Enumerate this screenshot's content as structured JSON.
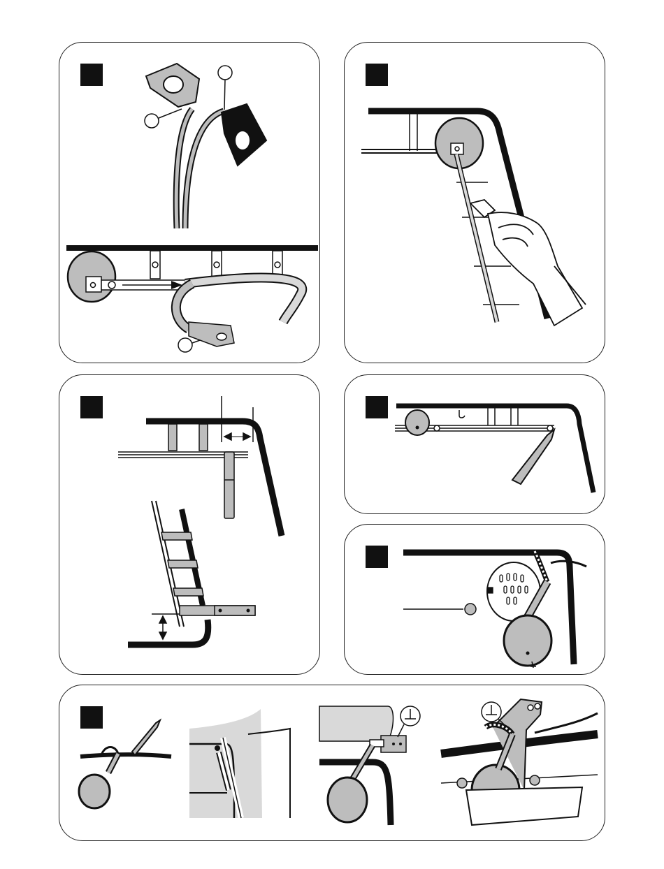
{
  "colors": {
    "ink": "#111111",
    "fill_grey": "#bdbdbd",
    "light_grey": "#d9d9d9",
    "paper": "#ffffff"
  },
  "panels": [
    {
      "id": "step-1",
      "label": "",
      "description": "strap-with-two-lugs-and-drum-attachment"
    },
    {
      "id": "step-2",
      "label": "",
      "description": "hand-sliding-clip-along-strap"
    },
    {
      "id": "step-3",
      "label": "",
      "description": "measurement-bracket-positioning"
    },
    {
      "id": "step-4",
      "label": "",
      "description": "clip-on-rail-with-tool"
    },
    {
      "id": "step-5",
      "label": "",
      "description": "drum-cover-removal"
    },
    {
      "id": "step-6",
      "label": "",
      "description": "final-assembly-sequence"
    }
  ],
  "icons": {
    "step_badge": "filled-black-square",
    "callout": "empty-circle",
    "ground": "ground-symbol"
  }
}
